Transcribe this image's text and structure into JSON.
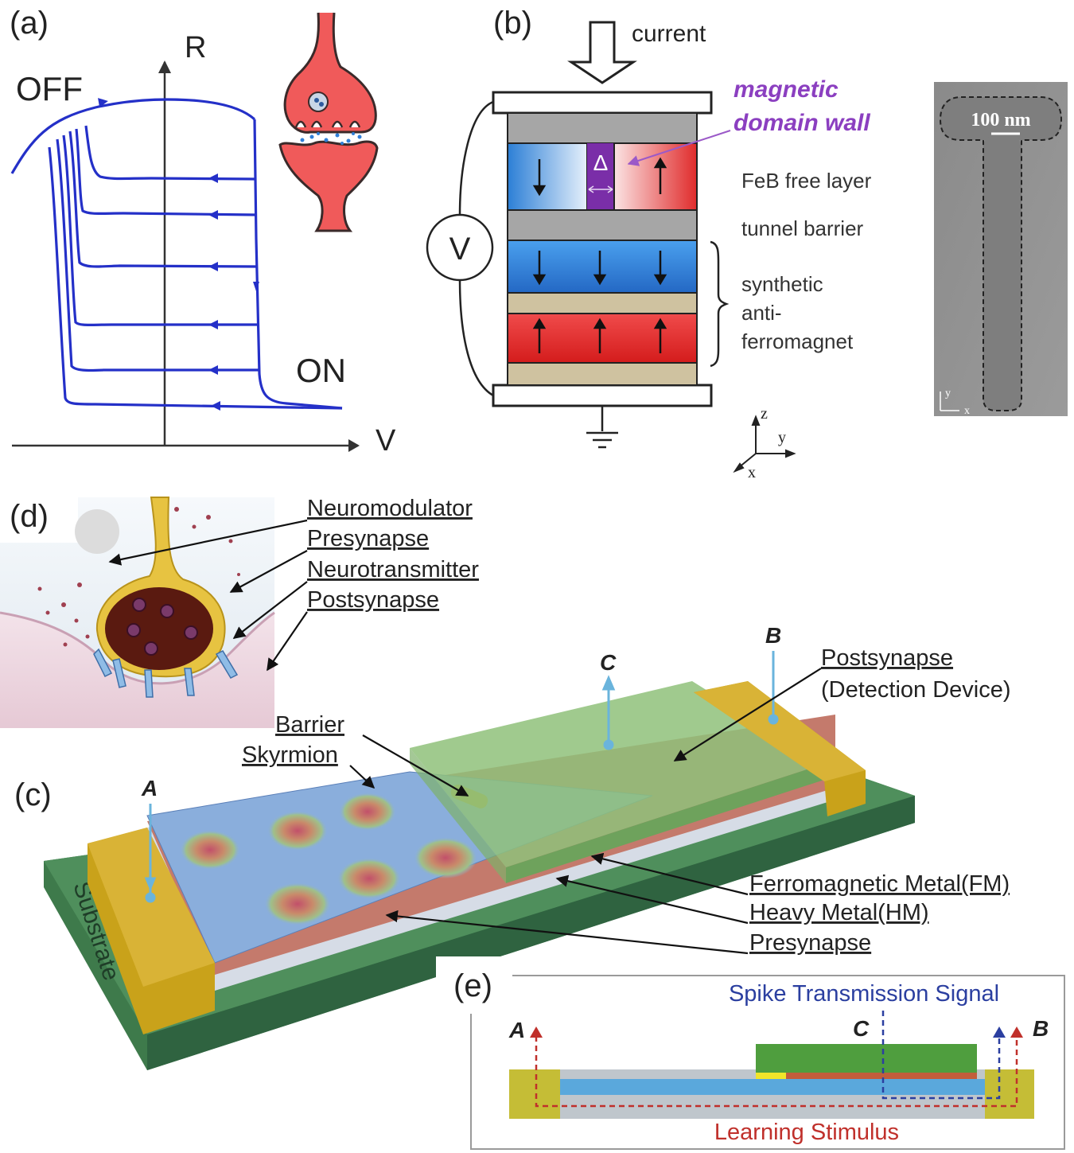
{
  "panel_a": {
    "label": "(a)",
    "axis_r": "R",
    "axis_v": "V",
    "off_label": "OFF",
    "on_label": "ON"
  },
  "panel_b": {
    "label": "(b)",
    "current_label": "current",
    "domain_wall_label_1": "magnetic",
    "domain_wall_label_2": "domain wall",
    "delta_symbol": "Δ",
    "voltmeter_symbol": "V",
    "layer_free": "FeB free layer",
    "layer_tunnel": "tunnel barrier",
    "saf_1": "synthetic",
    "saf_2": "anti-",
    "saf_3": "ferromagnet",
    "sem_scale": "100 nm",
    "sem_axis_y": "y",
    "sem_axis_x": "x",
    "axis_z": "z",
    "axis_y": "y",
    "axis_x": "x",
    "colors": {
      "spin_down": "#2f7fd8",
      "spin_up": "#e23a3a",
      "wall": "#7a2ea8",
      "barrier": "#a8a8a8",
      "spacer": "#cfc2a0"
    }
  },
  "panel_d": {
    "label": "(d)",
    "labels": [
      "Neuromodulator",
      "Presynapse",
      "Neurotransmitter",
      "Postsynapse"
    ]
  },
  "panel_c": {
    "label": "(c)",
    "terminal_a": "A",
    "terminal_b": "B",
    "terminal_c": "C",
    "barrier": "Barrier",
    "skyrmion": "Skyrmion",
    "postsynapse_1": "Postsynapse",
    "postsynapse_2": "(Detection Device)",
    "fm": "Ferromagnetic Metal(FM)",
    "hm": "Heavy Metal(HM)",
    "presynapse": "Presynapse",
    "substrate": "Substrate",
    "colors": {
      "substrate": "#3f7a4c",
      "electrode": "#c9a21a",
      "track": "#7a9fd0",
      "detector": "#7fb56a"
    }
  },
  "panel_e": {
    "label": "(e)",
    "top_text": "Spike Transmission Signal",
    "bottom_text": "Learning Stimulus",
    "terminal_a": "A",
    "terminal_b": "B",
    "terminal_c": "C",
    "colors": {
      "spike": "#2b3fa0",
      "stimulus": "#c0302b"
    }
  }
}
